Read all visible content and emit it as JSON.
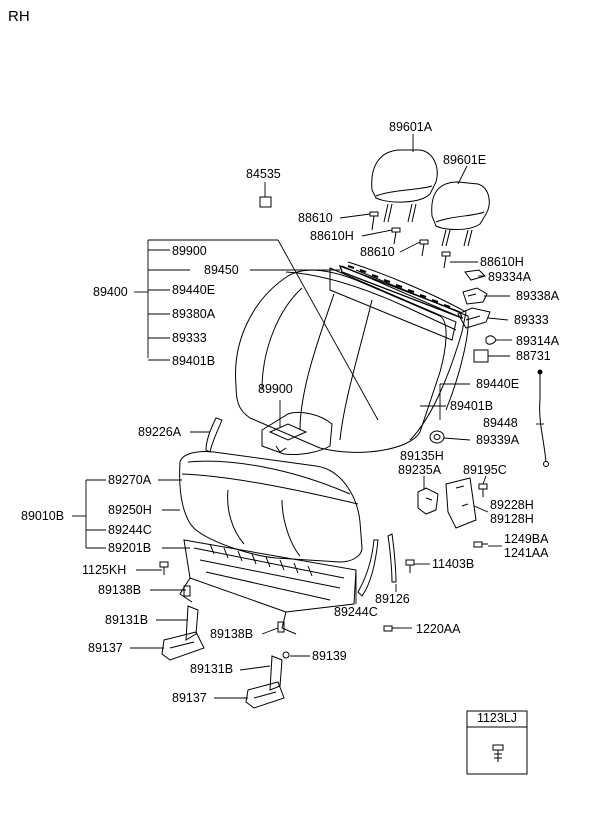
{
  "side_label": "RH",
  "parts": {
    "p89601A": "89601A",
    "p89601E": "89601E",
    "p84535": "84535",
    "p88610a": "88610",
    "p88610H_a": "88610H",
    "p88610b": "88610",
    "p88610H_b": "88610H",
    "p89900a": "89900",
    "p89450": "89450",
    "p89400": "89400",
    "p89440E_a": "89440E",
    "p89380A": "89380A",
    "p89333a": "89333",
    "p89401B_a": "89401B",
    "p89334A": "89334A",
    "p89338A": "89338A",
    "p89333b": "89333",
    "p89314A": "89314A",
    "p88731": "88731",
    "p89900b": "89900",
    "p89440E_b": "89440E",
    "p89401B_b": "89401B",
    "p89448": "89448",
    "p89226A": "89226A",
    "p89339A": "89339A",
    "p89135H": "89135H",
    "p89235A": "89235A",
    "p89195C": "89195C",
    "p89270A": "89270A",
    "p89010B": "89010B",
    "p89250H": "89250H",
    "p89244C_a": "89244C",
    "p89201B": "89201B",
    "p89228H": "89228H",
    "p89128H": "89128H",
    "p1249BA": "1249BA",
    "p1241AA": "1241AA",
    "p1125KH": "1125KH",
    "p11403B": "11403B",
    "p89138B_a": "89138B",
    "p89126": "89126",
    "p89244C_b": "89244C",
    "p89131B_a": "89131B",
    "p1220AA": "1220AA",
    "p89137_a": "89137",
    "p89138B_b": "89138B",
    "p89139": "89139",
    "p89131B_b": "89131B",
    "p89137_b": "89137"
  },
  "legend_box": {
    "code": "1123LJ"
  }
}
